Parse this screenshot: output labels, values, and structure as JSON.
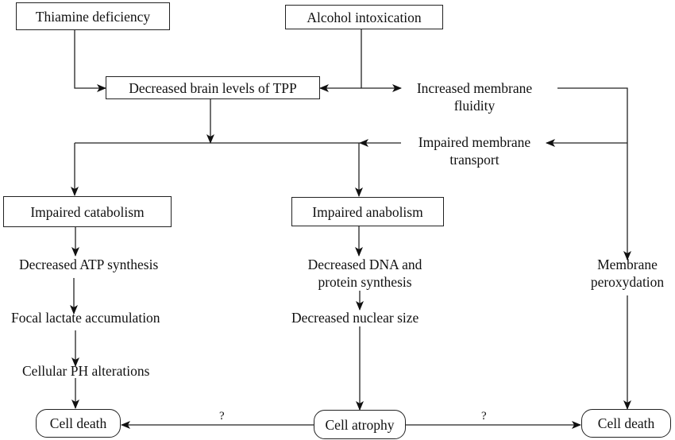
{
  "diagram": {
    "nodes": {
      "thiamine_deficiency": "Thiamine deficiency",
      "alcohol_intoxication": "Alcohol intoxication",
      "decreased_tpp": "Decreased brain levels of TPP",
      "increased_membrane_fluidity": [
        "Increased membrane",
        "fluidity"
      ],
      "impaired_membrane_transport": [
        "Impaired membrane",
        "transport"
      ],
      "impaired_catabolism": "Impaired catabolism",
      "impaired_anabolism": "Impaired anabolism",
      "decreased_atp": "Decreased ATP synthesis",
      "focal_lactate": "Focal lactate accumulation",
      "cellular_ph": "Cellular PH alterations",
      "decreased_dna": [
        "Decreased DNA and",
        "protein synthesis"
      ],
      "decreased_nuclear": "Decreased nuclear size",
      "membrane_peroxydation": [
        "Membrane",
        "peroxydation"
      ],
      "cell_death_left": "Cell death",
      "cell_atrophy": "Cell atrophy",
      "cell_death_right": "Cell death"
    },
    "edge_labels": {
      "atrophy_to_death_left": "?",
      "atrophy_to_death_right": "?"
    },
    "edges": [
      {
        "from": "Thiamine deficiency",
        "to": "Decreased brain levels of TPP"
      },
      {
        "from": "Alcohol intoxication",
        "to": "Decreased brain levels of TPP"
      },
      {
        "from": "Alcohol intoxication",
        "to": "Increased membrane fluidity"
      },
      {
        "from": "Increased membrane fluidity",
        "to": "Impaired membrane transport"
      },
      {
        "from": "Increased membrane fluidity",
        "to": "Membrane peroxydation"
      },
      {
        "from": "Decreased brain levels of TPP",
        "to": "Impaired catabolism"
      },
      {
        "from": "Decreased brain levels of TPP",
        "to": "Impaired anabolism"
      },
      {
        "from": "Impaired membrane transport",
        "to": "Impaired anabolism"
      },
      {
        "from": "Impaired catabolism",
        "to": "Decreased ATP synthesis"
      },
      {
        "from": "Decreased ATP synthesis",
        "to": "Focal lactate accumulation"
      },
      {
        "from": "Focal lactate accumulation",
        "to": "Cellular PH alterations"
      },
      {
        "from": "Cellular PH alterations",
        "to": "Cell death"
      },
      {
        "from": "Impaired anabolism",
        "to": "Decreased DNA and protein synthesis"
      },
      {
        "from": "Decreased DNA and protein synthesis",
        "to": "Decreased nuclear size"
      },
      {
        "from": "Decreased nuclear size",
        "to": "Cell atrophy"
      },
      {
        "from": "Cell atrophy",
        "to": "Cell death",
        "label": "?"
      },
      {
        "from": "Cell atrophy",
        "to": "Cell death (right)",
        "label": "?"
      },
      {
        "from": "Membrane peroxydation",
        "to": "Cell death (right)"
      }
    ]
  }
}
